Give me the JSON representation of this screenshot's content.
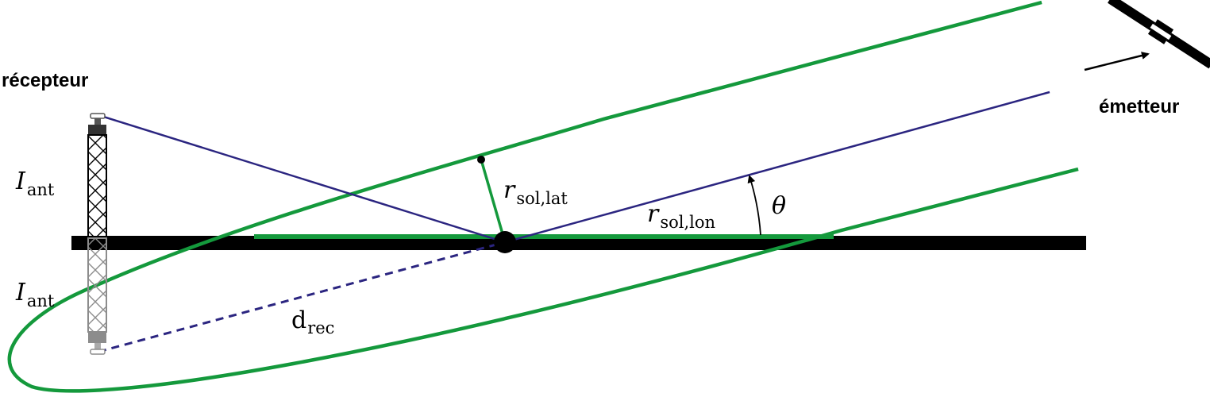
{
  "labels": {
    "receiver": "récepteur",
    "transmitter": "émetteur",
    "antenna_height": {
      "main": "I",
      "sub": "ant"
    },
    "antenna_height_image": {
      "main": "I",
      "sub": "ant"
    },
    "r_lat": {
      "main": "r",
      "sub": "sol,lat"
    },
    "r_lon": {
      "main": "r",
      "sub": "sol,lon"
    },
    "theta": "θ",
    "d_rec": {
      "main": "d",
      "sub": "rec"
    }
  },
  "colors": {
    "ellipse": "#14993c",
    "ray": "#2b2580",
    "ground": "#000000",
    "antenna_real": "#000000",
    "antenna_image": "#8c8c8c"
  },
  "icons": {
    "satellite": "satellite-icon",
    "direction_arrow": "arrow-icon"
  }
}
